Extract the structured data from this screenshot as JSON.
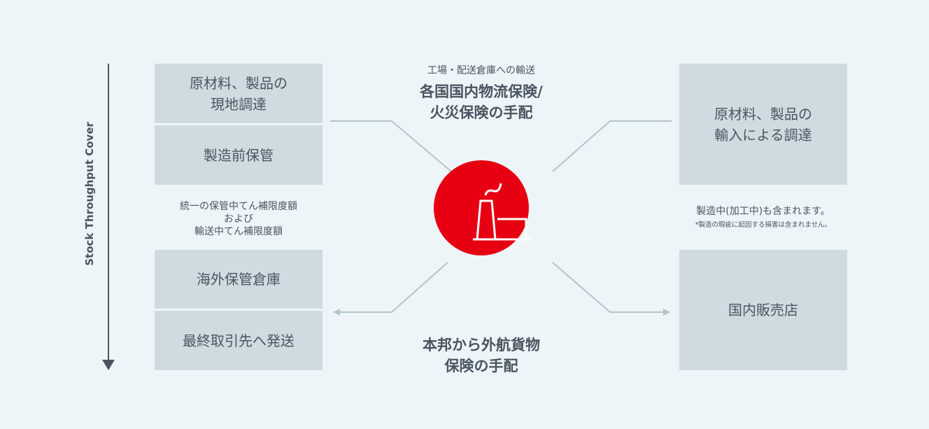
{
  "axis_label": "Stock Throughput Cover",
  "left_boxes": [
    "原材料、製品の\n現地調達",
    "製造前保管",
    "海外保管倉庫",
    "最終取引先へ発送"
  ],
  "left_note": "統一の保管中てん補限度額\nおよび\n輸送中てん補限度額",
  "top_center": {
    "small": "工場・配送倉庫への輸送",
    "title": "各国国内物流保険/\n火災保険の手配"
  },
  "bottom_center": {
    "title": "本邦から外航貨物\n保険の手配"
  },
  "right_boxes": [
    "原材料、製品の\n輸入による調達",
    "国内販売店"
  ],
  "right_note": {
    "main": "製造中(加工中)も含まれます。",
    "sub": "*製造の瑕疵に起因する損害は含まれません。"
  },
  "center_icon": "factory-icon",
  "colors": {
    "accent": "#e60012",
    "box": "#cfdbe0",
    "line": "#b4c4c8",
    "bg": "#edf5f8"
  }
}
